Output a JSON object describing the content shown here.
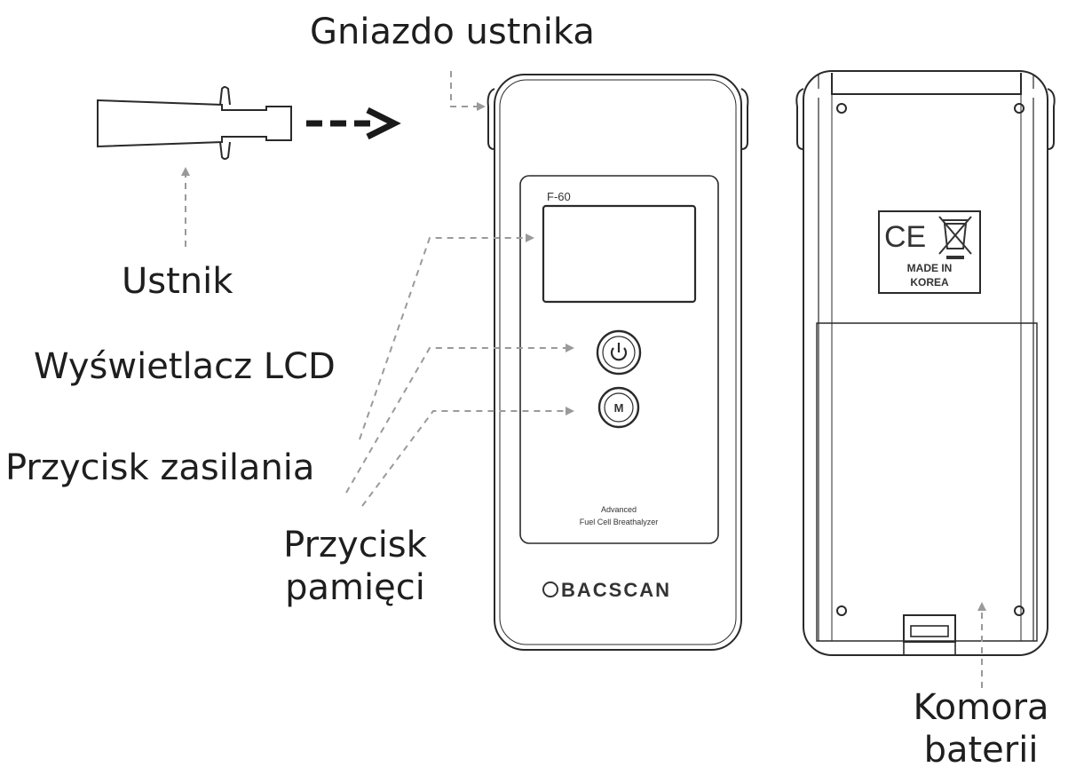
{
  "labels": {
    "socket": "Gniazdo ustnika",
    "mouthpiece": "Ustnik",
    "lcd": "Wyświetlacz LCD",
    "power": "Przycisk zasilania",
    "memory_line1": "Przycisk",
    "memory_line2": "pamięci",
    "battery_line1": "Komora",
    "battery_line2": "baterii"
  },
  "device": {
    "model": "F-60",
    "tagline_line1": "Advanced",
    "tagline_line2": "Fuel Cell Breathalyzer",
    "brand": "BACSCAN",
    "memory_button_glyph": "M",
    "power_icon": "power-icon"
  },
  "back_label": {
    "ce_mark": "CE",
    "weee_icon": "crossed-bin-icon",
    "origin_line1": "MADE IN",
    "origin_line2": "KOREA"
  },
  "colors": {
    "line": "#2a2a2a",
    "leader": "#9a9a9a",
    "arrow": "#1a1a1a"
  }
}
